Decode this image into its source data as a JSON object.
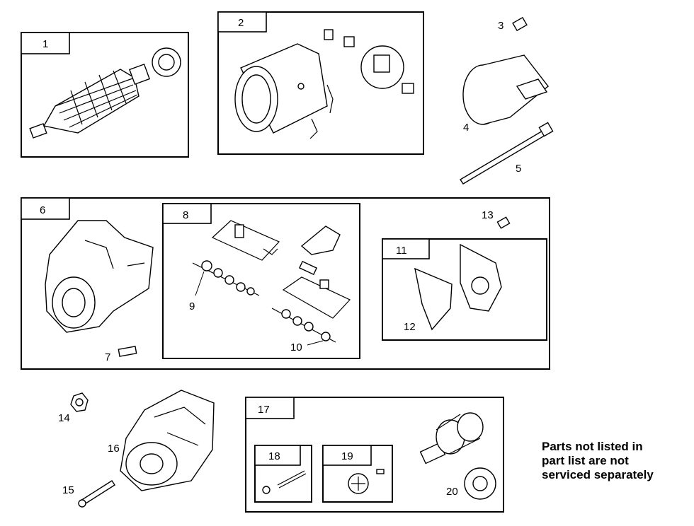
{
  "callouts": {
    "c1": "1",
    "c2": "2",
    "c3": "3",
    "c4": "4",
    "c5": "5",
    "c6": "6",
    "c7": "7",
    "c8": "8",
    "c9": "9",
    "c10": "10",
    "c11": "11",
    "c12": "12",
    "c13": "13",
    "c14": "14",
    "c15": "15",
    "c16": "16",
    "c17": "17",
    "c18": "18",
    "c19": "19",
    "c20": "20"
  },
  "note": {
    "line1": "Parts not listed in",
    "line2": "part list are not",
    "line3": "serviced separately"
  }
}
